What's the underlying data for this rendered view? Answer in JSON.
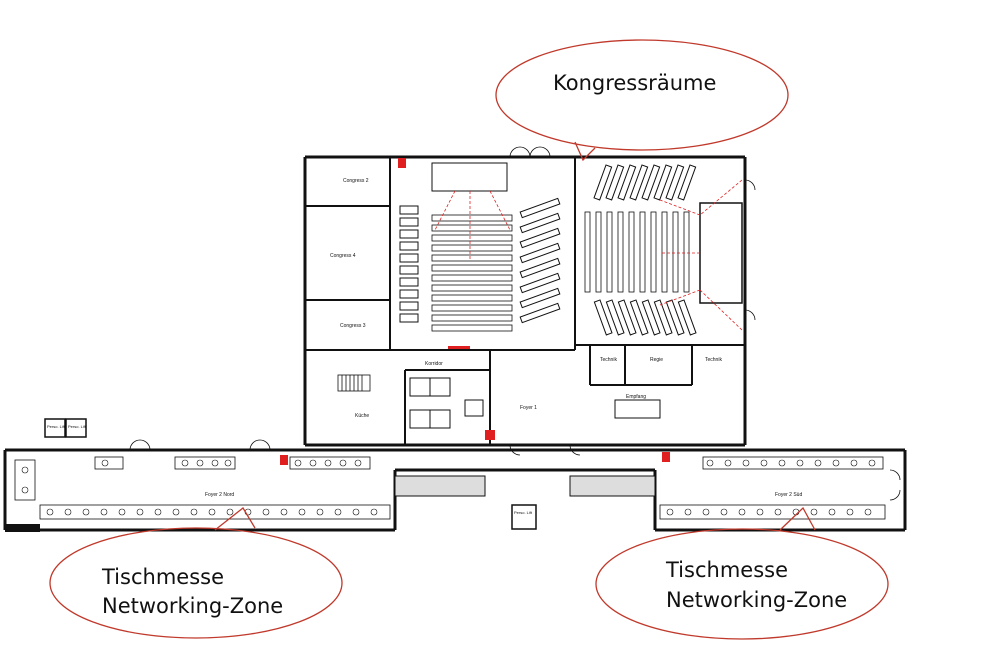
{
  "callouts": {
    "top": "Kongressräume",
    "left_line1": "Tischmesse",
    "left_line2": "Networking-Zone",
    "right_line1": "Tischmesse",
    "right_line2": "Networking-Zone"
  },
  "rooms": {
    "congress2": "Congress 2",
    "congress4": "Congress 4",
    "congress3": "Congress 3",
    "kueche": "Küche",
    "korridor": "Korridor",
    "foyer1": "Foyer 1",
    "technik_left": "Technik",
    "regie": "Regie",
    "technik_right": "Technik",
    "empfang": "Empfang",
    "foyer2_nord": "Foyer 2 Nord",
    "foyer2_sued": "Foyer 2 Süd",
    "lift_left_a": "Perso. Lift",
    "lift_left_b": "Perso. Lift",
    "lift_center": "Perso. Lift"
  },
  "colors": {
    "wall": "#111111",
    "callout": "#c0392b",
    "marker": "#e02020"
  }
}
